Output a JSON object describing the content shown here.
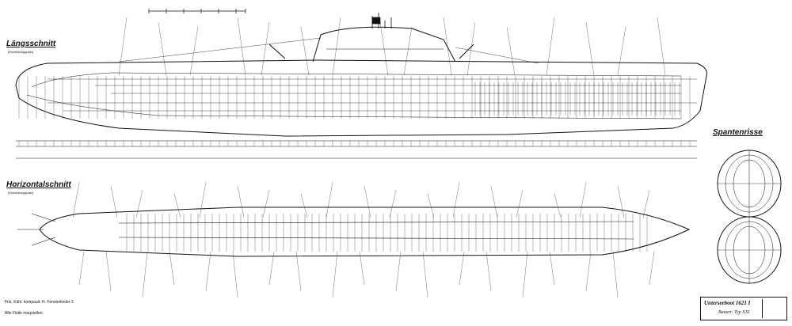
{
  "drawing": {
    "longitudinal_section": {
      "title": "Längsschnitt",
      "subtitle": "(Einrichtungsplan)"
    },
    "horizontal_section": {
      "title": "Horizontalschnitt",
      "subtitle": "(Einrichtungsplan)"
    },
    "frame_sections": {
      "title": "Spantenrisse"
    },
    "title_block": {
      "line1": "Unterseeboot 1621 I",
      "line2": "Bauart: Typ XXI"
    },
    "notes": [
      "Frlz. Kühl. kompauit: H. Fensterlinder 3",
      "Alle Flutle muqstellen"
    ]
  }
}
